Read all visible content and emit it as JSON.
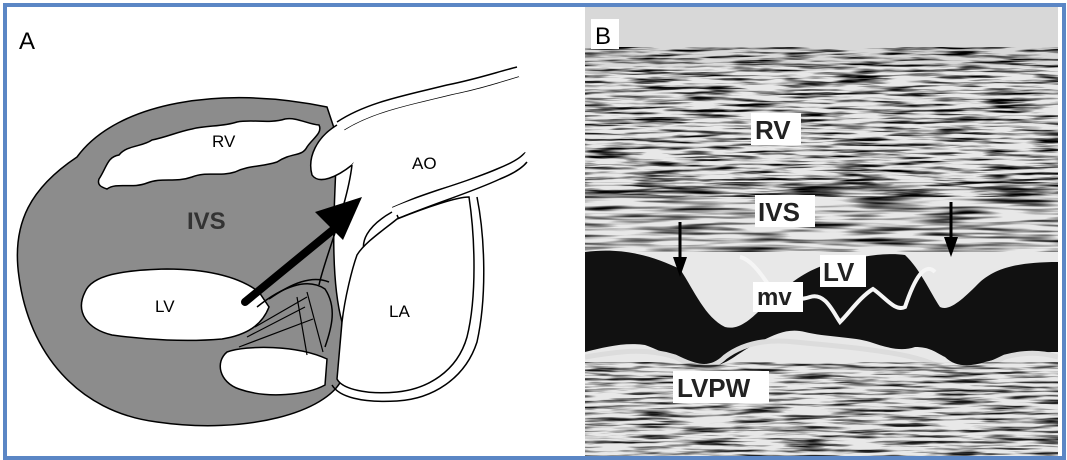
{
  "panel_a": {
    "letter": "A",
    "labels": {
      "rv": "RV",
      "ivs": "IVS",
      "ao": "AO",
      "lv": "LV",
      "la": "LA"
    }
  },
  "panel_b": {
    "letter": "B",
    "labels": {
      "rv": "RV",
      "ivs": "IVS",
      "lv": "LV",
      "mv": "mv",
      "lvpw": "LVPW"
    }
  },
  "colors": {
    "frame": "#5b86c5",
    "myocardium": "#8c8c8c",
    "outline": "#000000",
    "chamber": "#ffffff"
  }
}
